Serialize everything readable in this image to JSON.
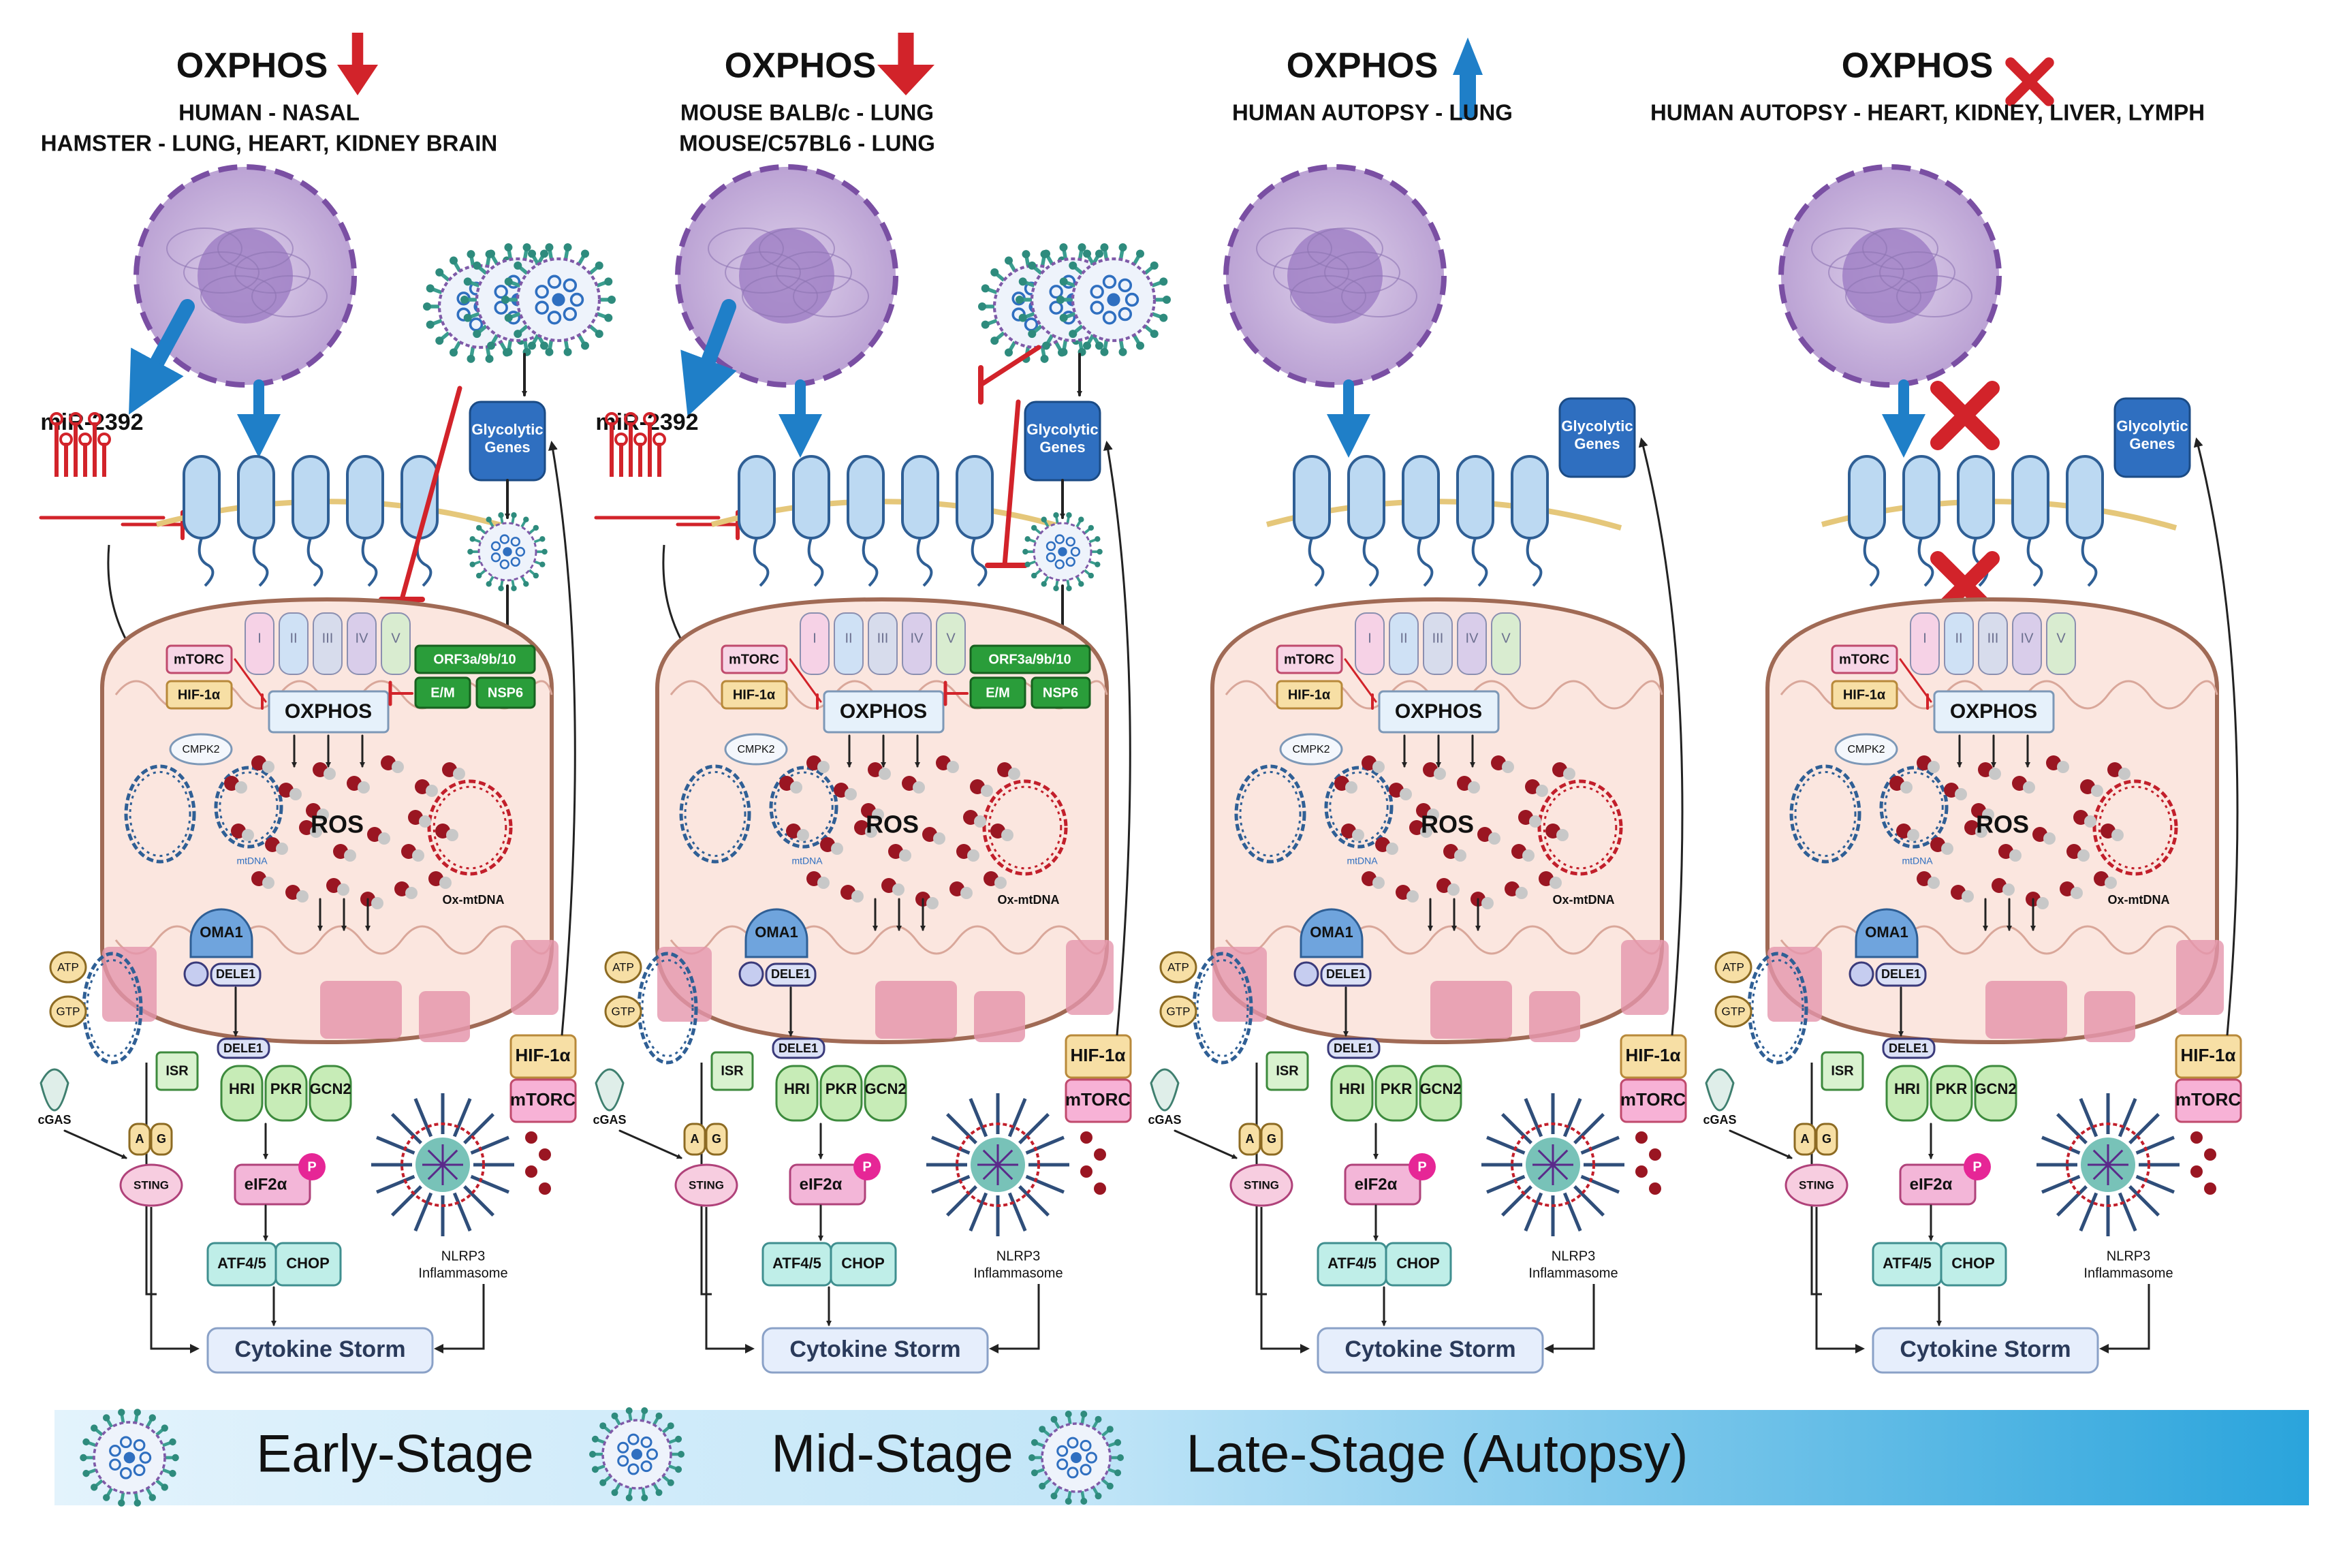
{
  "header_word": "OXPHOS",
  "panels": [
    {
      "id": "p1",
      "trend": "down",
      "source_lines": [
        "HUMAN - NASAL",
        "HAMSTER -  LUNG, HEART, KIDNEY BRAIN"
      ],
      "virus": true,
      "mirna": true,
      "virus_block": true,
      "membrane_cross": false
    },
    {
      "id": "p2",
      "trend": "down",
      "source_lines": [
        "MOUSE BALB/c - LUNG",
        "MOUSE/C57BL6 -  LUNG"
      ],
      "virus": true,
      "mirna": true,
      "virus_block": true,
      "membrane_cross": false
    },
    {
      "id": "p3",
      "trend": "up",
      "source_lines": [
        "HUMAN AUTOPSY -  LUNG"
      ],
      "virus": false,
      "mirna": false,
      "virus_block": false,
      "membrane_cross": false
    },
    {
      "id": "p4",
      "trend": "blocked",
      "source_lines": [
        "HUMAN AUTOPSY -  HEART, KIDNEY, LIVER, LYMPH"
      ],
      "virus": false,
      "mirna": false,
      "virus_block": false,
      "membrane_cross": true
    }
  ],
  "labels": {
    "mirna": "miR-2392",
    "glycolytic": [
      "Glycolytic",
      "Genes"
    ],
    "mtorc": "mTORC",
    "hif": "HIF-1α",
    "oxphos_box": "OXPHOS",
    "complexes": [
      "I",
      "II",
      "III",
      "IV",
      "V"
    ],
    "orf": "ORF3a/9b/10",
    "em": "E/M",
    "nsp6": "NSP6",
    "cmpk2": "CMPK2",
    "mtdna": "mtDNA",
    "ros": "ROS",
    "ox_mtdna": "Ox-mtDNA",
    "oma1": "OMA1",
    "dele1": "DELE1",
    "atp": "ATP",
    "gtp": "GTP",
    "isr": "ISR",
    "hri": "HRI",
    "pkr": "PKR",
    "gcn2": "GCN2",
    "cgas": "cGAS",
    "a": "A",
    "g": "G",
    "sting": "STING",
    "eif2a": "eIF2α",
    "p": "P",
    "atf": "ATF4/5",
    "chop": "CHOP",
    "nlrp3": [
      "NLRP3",
      "Inflammasome"
    ],
    "cytokine": "Cytokine Storm"
  },
  "stages": [
    "Early-Stage",
    "Mid-Stage",
    "Late-Stage (Autopsy)"
  ],
  "colors": {
    "arrow_blue": "#1f7fc8",
    "arrow_red": "#d2232a",
    "cell": "#c9b3dd",
    "mito": "#fbe6df",
    "mito_edge": "#a06a55",
    "receptor": "#bcd9f2",
    "oxphos_box": "#e6f1fb",
    "green": "#2a9d3a",
    "glyco": "#2f6fc0",
    "isr_green": "#d9f2cf",
    "teal": "#bfeee8",
    "pink": "#f3b6d8",
    "tan": "#f7dfa5",
    "cytokine": "#e6eefc",
    "stage_bar_light": "#ddf0fb",
    "stage_bar_dark": "#2aa4dc",
    "ros": "#9a1622"
  }
}
